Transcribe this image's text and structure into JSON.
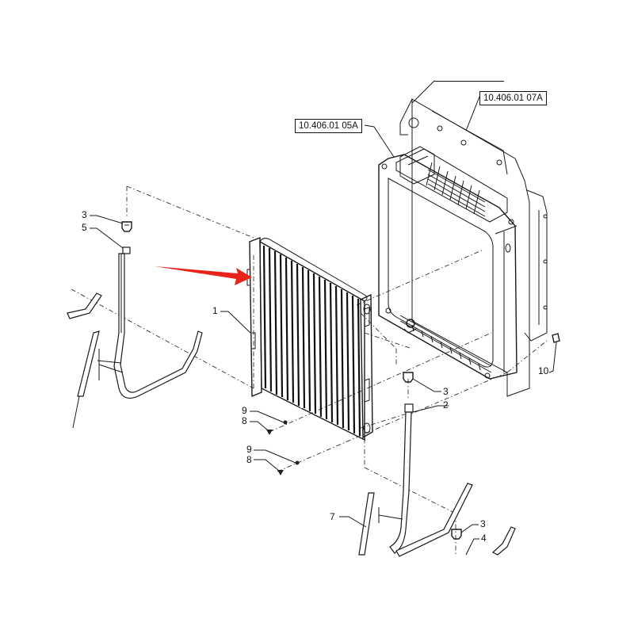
{
  "diagram": {
    "type": "exploded-parts-view",
    "subject": "Oil cooler / condenser assembly mounted in front of radiator frame",
    "reference_boxes": [
      {
        "id": "ref-top",
        "label": ""
      },
      {
        "id": "ref-07a",
        "label": "10.406.01 07A"
      },
      {
        "id": "ref-05a",
        "label": "10.406.01 05A"
      }
    ],
    "callouts": [
      {
        "id": "c1",
        "label": "1",
        "part": "cooler core"
      },
      {
        "id": "c2",
        "label": "2",
        "part": "right pipe"
      },
      {
        "id": "c3a",
        "label": "3",
        "part": "fitting (upper left)"
      },
      {
        "id": "c3b",
        "label": "3",
        "part": "fitting (right)"
      },
      {
        "id": "c3c",
        "label": "3",
        "part": "fitting (lower)"
      },
      {
        "id": "c4",
        "label": "4",
        "part": "lower pipe"
      },
      {
        "id": "c5",
        "label": "5",
        "part": "left pipe"
      },
      {
        "id": "c7",
        "label": "7",
        "part": "hose"
      },
      {
        "id": "c8a",
        "label": "8",
        "part": "bolt (upper)"
      },
      {
        "id": "c8b",
        "label": "8",
        "part": "bolt (lower)"
      },
      {
        "id": "c9a",
        "label": "9",
        "part": "washer (upper)"
      },
      {
        "id": "c9b",
        "label": "9",
        "part": "washer (lower)"
      },
      {
        "id": "c10",
        "label": "10",
        "part": "clip"
      }
    ],
    "highlight_arrow": {
      "color": "#e8231c",
      "points_to": "cooler core left mounting bracket"
    }
  }
}
